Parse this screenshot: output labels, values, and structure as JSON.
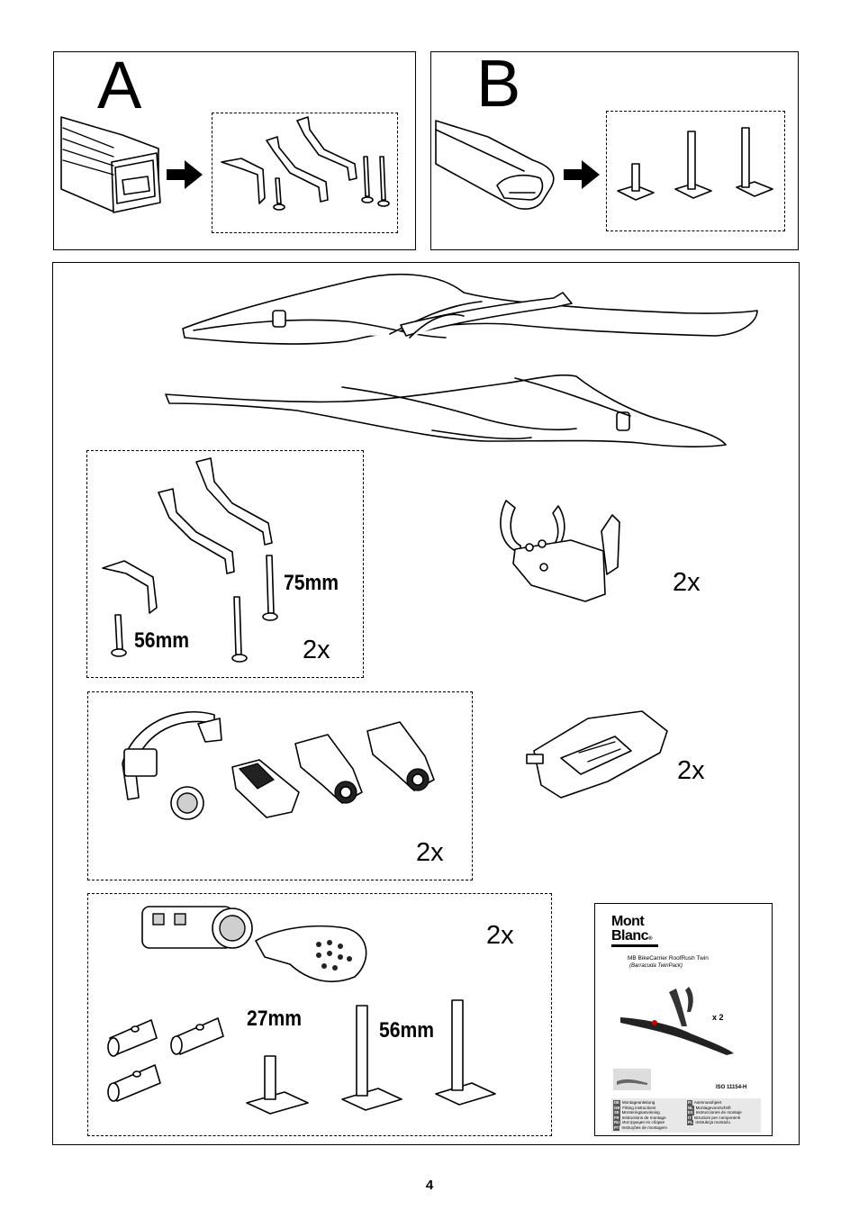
{
  "panels": {
    "a": {
      "letter": "A"
    },
    "b": {
      "letter": "B"
    }
  },
  "main": {
    "bracket_kit": {
      "len_75": "75mm",
      "len_56": "56mm",
      "qty": "2x"
    },
    "wheel_holder": {
      "qty": "2x"
    },
    "strap_kit": {
      "qty": "2x"
    },
    "plate": {
      "qty": "2x"
    },
    "lock_kit": {
      "qty": "2x",
      "len_27": "27mm",
      "len_56": "56mm"
    }
  },
  "manual": {
    "brand_line1": "Mont",
    "brand_line2": "Blanc",
    "registered": "®",
    "title": "MB BikeCarrier RoofRush Twin",
    "subtitle": "(Barracuda TwinPack)",
    "quantity": "x 2",
    "iso": "ISO 11154-H",
    "languages_left": [
      {
        "code": "DE",
        "text": "Montageanleitung"
      },
      {
        "code": "GB",
        "text": "Fitting instructions"
      },
      {
        "code": "SE",
        "text": "Monteringsanvisning"
      },
      {
        "code": "FR",
        "text": "Instructions de montage"
      },
      {
        "code": "RU",
        "text": "Инструкция по сборке"
      },
      {
        "code": "PT",
        "text": "Instruções de montagem"
      }
    ],
    "languages_right": [
      {
        "code": "FI",
        "text": "Asennusohjeet"
      },
      {
        "code": "NL",
        "text": "Montagevoorschrift"
      },
      {
        "code": "ES",
        "text": "Instrucciones de montaje"
      },
      {
        "code": "IT",
        "text": "Istruzioni per componenti"
      },
      {
        "code": "PL",
        "text": "Instrukcja montażu"
      }
    ]
  },
  "page_number": "4"
}
